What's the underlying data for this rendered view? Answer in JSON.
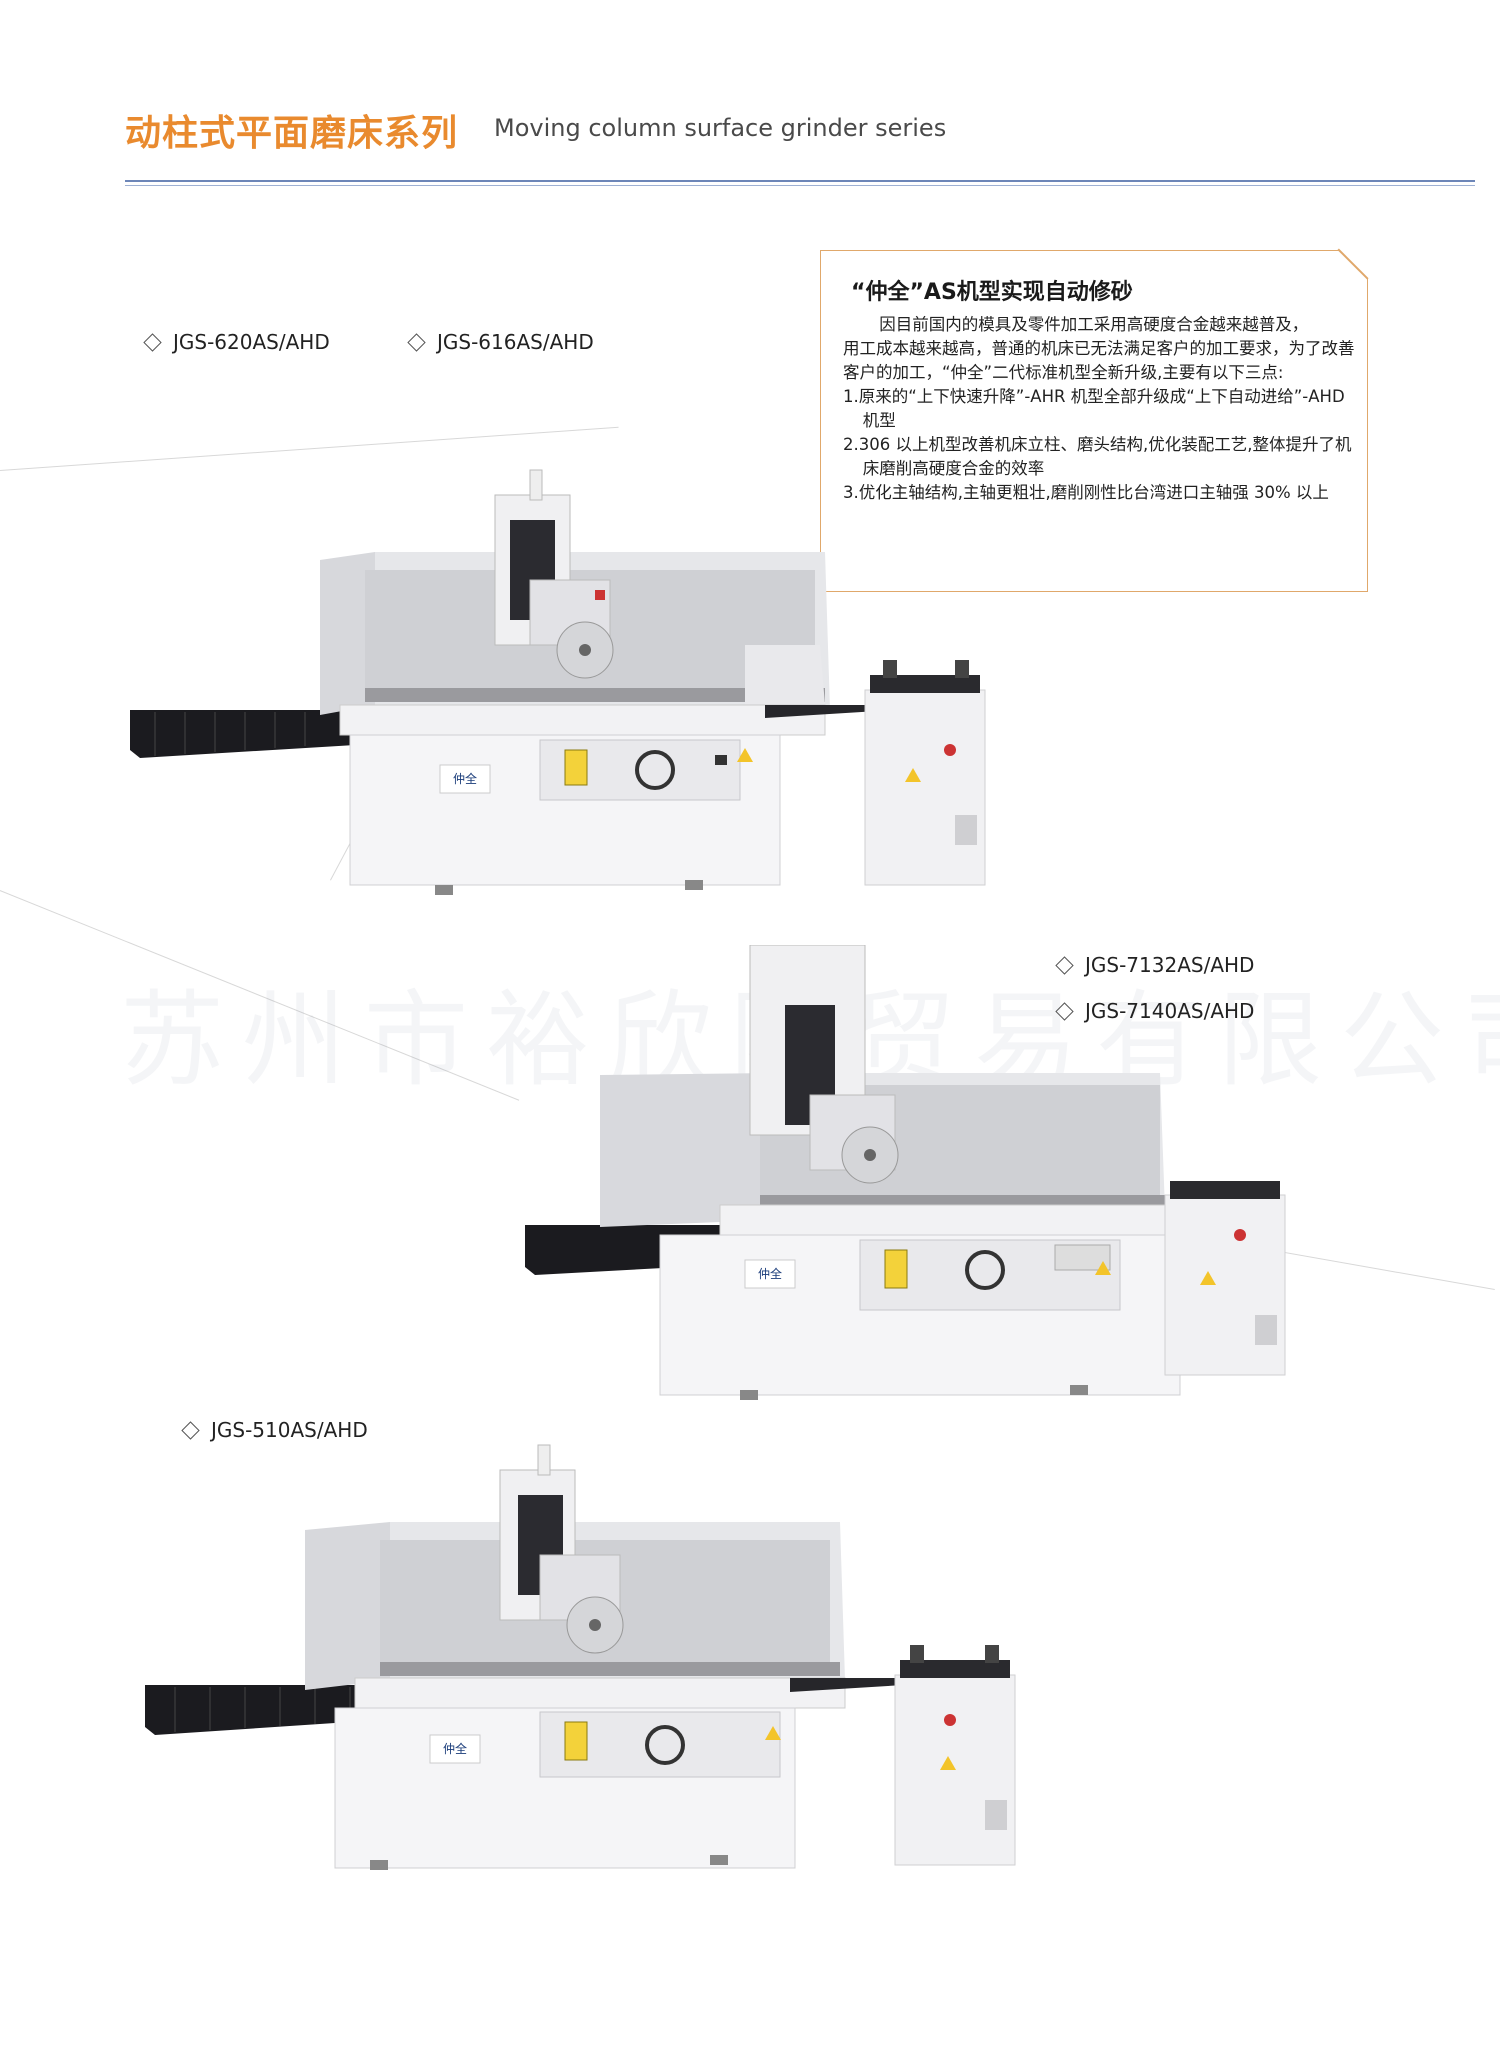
{
  "header": {
    "title_cn": "动柱式平面磨床系列",
    "title_en": "Moving column surface grinder series"
  },
  "models": {
    "top_left": "JGS-620AS/AHD",
    "top_right": "JGS-616AS/AHD",
    "middle_1": "JGS-7132AS/AHD",
    "middle_2": "JGS-7140AS/AHD",
    "bottom": "JGS-510AS/AHD"
  },
  "note": {
    "title": "“仲全”AS机型实现自动修砂",
    "para": "因目前国内的模具及零件加工采用高硬度合金越来越普及，",
    "para2": "用工成本越来越高，普通的机床已无法满足客户的加工要求，为了改善客户的加工，“仲全”二代标准机型全新升级,主要有以下三点:",
    "item1": "1.原来的“上下快速升降”-AHR 机型全部升级成“上下自动进给”-AHD 机型",
    "item2": "2.306 以上机型改善机床立柱、磨头结构,优化装配工艺,整体提升了机床磨削高硬度合金的效率",
    "item3": "3.优化主轴结构,主轴更粗壮,磨削刚性比台湾进口主轴强 30% 以上"
  },
  "brand_label": "仲全",
  "watermark": "苏州市裕欣隆贸易有限公司",
  "colors": {
    "title_accent": "#e98a2e",
    "rule": "#6d86b8",
    "note_border": "#e0a86b",
    "warning_yellow": "#f3d23a"
  }
}
